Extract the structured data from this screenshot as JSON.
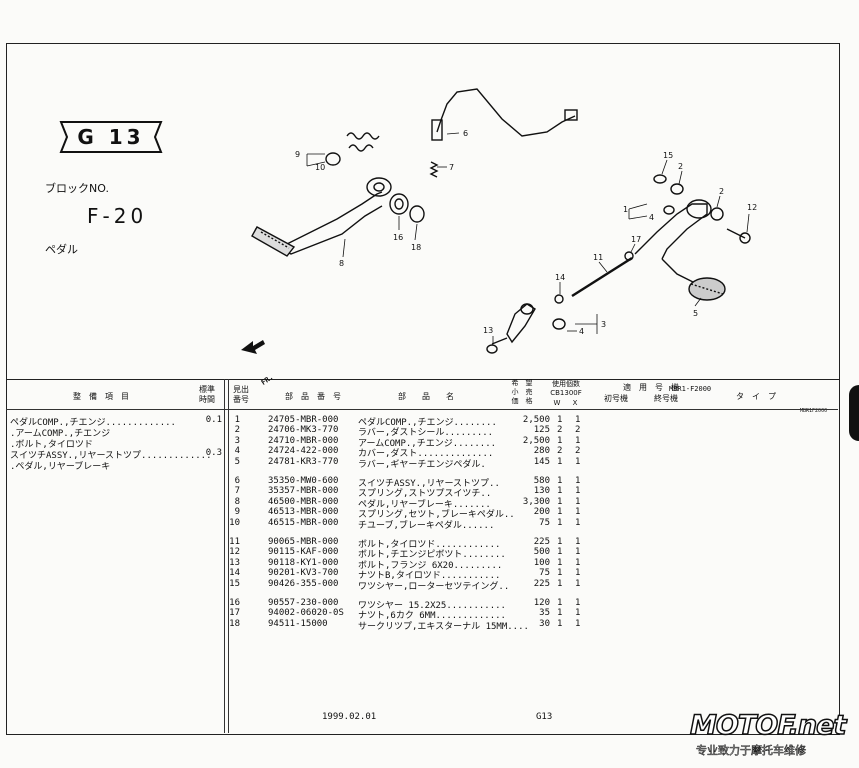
{
  "header": {
    "catalog_code": "G 13",
    "block_label": "ブロックNO.",
    "block_value": "F-20",
    "section_name": "ペダル"
  },
  "diagram": {
    "fr_marker": "FR.",
    "ref_code": "MBR1-F2000",
    "small_ref": "MBR1F2000",
    "callouts": [
      "9",
      "10",
      "8",
      "16",
      "18",
      "6",
      "7",
      "15",
      "2",
      "1",
      "4",
      "2",
      "12",
      "11",
      "17",
      "5",
      "14",
      "13",
      "3",
      "4"
    ]
  },
  "table_headers": {
    "assembly": "整　備　項　目",
    "standard_time": "標準\n時間",
    "index_no": "見出\n番号",
    "part_no": "部　品　番　号",
    "part_name": "部　　品　　名",
    "price": "希　望\n小　売\n価　格",
    "usage": "使用個数",
    "model_code": "CB1300F",
    "usage_cols": [
      "W",
      "X"
    ],
    "applicable": "適　用　号　機",
    "first_no": "初号機",
    "last_no": "終号機",
    "type": "タ　イ　プ"
  },
  "assembly_items": [
    {
      "name": "ペダルCOMP.,チエンジ.............",
      "time": "0.1"
    },
    {
      "name": ".アームCOMP.,チエンジ",
      "time": ""
    },
    {
      "name": ".ボルト,タイロツド",
      "time": ""
    },
    {
      "name": "スイツチASSY.,リヤーストツプ.............",
      "time": "0.3"
    },
    {
      "name": ".ペダル,リヤーブレーキ",
      "time": ""
    }
  ],
  "parts": [
    {
      "ref": "1",
      "part_no": "24705-MBR-000",
      "name": "ペダルCOMP.,チエンジ........",
      "price": "2,500",
      "w": "1",
      "x": "1"
    },
    {
      "ref": "2",
      "part_no": "24706-MK3-770",
      "name": "ラバー,ダストシール.........",
      "price": "125",
      "w": "2",
      "x": "2"
    },
    {
      "ref": "3",
      "part_no": "24710-MBR-000",
      "name": "アームCOMP.,チエンジ........",
      "price": "2,500",
      "w": "1",
      "x": "1"
    },
    {
      "ref": "4",
      "part_no": "24724-422-000",
      "name": "カバー,ダスト..............",
      "price": "280",
      "w": "2",
      "x": "2"
    },
    {
      "ref": "5",
      "part_no": "24781-KR3-770",
      "name": "ラバー,ギヤーチエンジペダル.",
      "price": "145",
      "w": "1",
      "x": "1"
    },
    {
      "ref": "6",
      "part_no": "35350-MW0-600",
      "name": "スイツチASSY.,リヤーストツプ..",
      "price": "580",
      "w": "1",
      "x": "1"
    },
    {
      "ref": "7",
      "part_no": "35357-MBR-000",
      "name": "スプリング,ストツプスイツチ..",
      "price": "130",
      "w": "1",
      "x": "1"
    },
    {
      "ref": "8",
      "part_no": "46500-MBR-000",
      "name": "ペダル,リヤーブレーキ.......",
      "price": "3,300",
      "w": "1",
      "x": "1"
    },
    {
      "ref": "9",
      "part_no": "46513-MBR-000",
      "name": "スプリング,セツト,ブレーキペダル..",
      "price": "200",
      "w": "1",
      "x": "1"
    },
    {
      "ref": "10",
      "part_no": "46515-MBR-000",
      "name": "チユーブ,ブレーキペダル......",
      "price": "75",
      "w": "1",
      "x": "1"
    },
    {
      "ref": "11",
      "part_no": "90065-MBR-000",
      "name": "ボルト,タイロツド............",
      "price": "225",
      "w": "1",
      "x": "1"
    },
    {
      "ref": "12",
      "part_no": "90115-KAF-000",
      "name": "ボルト,チエンジピボツト........",
      "price": "500",
      "w": "1",
      "x": "1"
    },
    {
      "ref": "13",
      "part_no": "90118-KY1-000",
      "name": "ボルト,フランジ 6X20.........",
      "price": "100",
      "w": "1",
      "x": "1"
    },
    {
      "ref": "14",
      "part_no": "90201-KV3-700",
      "name": "ナツトB,タイロツド...........",
      "price": "75",
      "w": "1",
      "x": "1"
    },
    {
      "ref": "15",
      "part_no": "90426-355-000",
      "name": "ワツシヤー,ローターセツテイング..",
      "price": "225",
      "w": "1",
      "x": "1"
    },
    {
      "ref": "16",
      "part_no": "90557-230-000",
      "name": "ワツシヤー 15.2X25...........",
      "price": "120",
      "w": "1",
      "x": "1"
    },
    {
      "ref": "17",
      "part_no": "94002-06020-0S",
      "name": "ナツト,6カク 6MM.............",
      "price": "35",
      "w": "1",
      "x": "1"
    },
    {
      "ref": "18",
      "part_no": "94511-15000",
      "name": "サークリツプ,エキスターナル 15MM....",
      "price": "30",
      "w": "1",
      "x": "1"
    }
  ],
  "footer": {
    "date": "1999.02.01",
    "page_code": "G13"
  },
  "watermark": {
    "logo": "MOTOF.net",
    "sub": "专业致力于摩托车维修"
  }
}
